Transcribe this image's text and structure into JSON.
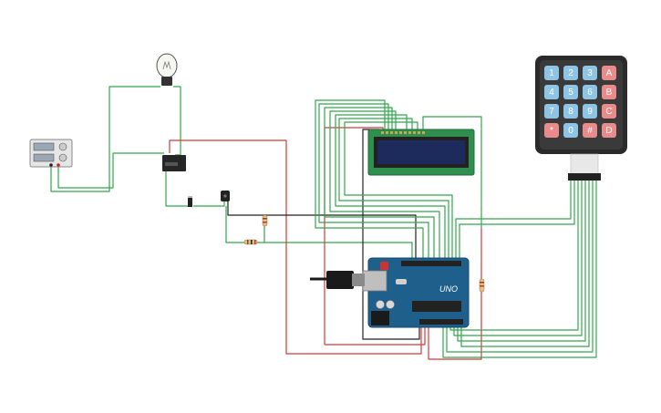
{
  "colors": {
    "wire_green": "#2ea84a",
    "wire_red": "#d23b3b",
    "wire_black": "#222222",
    "arduino_blue": "#1f5f8b",
    "lcd_green": "#2f8f4f",
    "lcd_screen": "#1c2a5c",
    "keypad_body": "#2a2a2a",
    "key_blue": "#8ec4e6",
    "key_red": "#e98b8b"
  },
  "keypad": {
    "keys": [
      "1",
      "2",
      "3",
      "A",
      "4",
      "5",
      "6",
      "B",
      "7",
      "8",
      "9",
      "C",
      "*",
      "0",
      "#",
      "D"
    ]
  },
  "arduino": {
    "model_label": "UNO"
  }
}
